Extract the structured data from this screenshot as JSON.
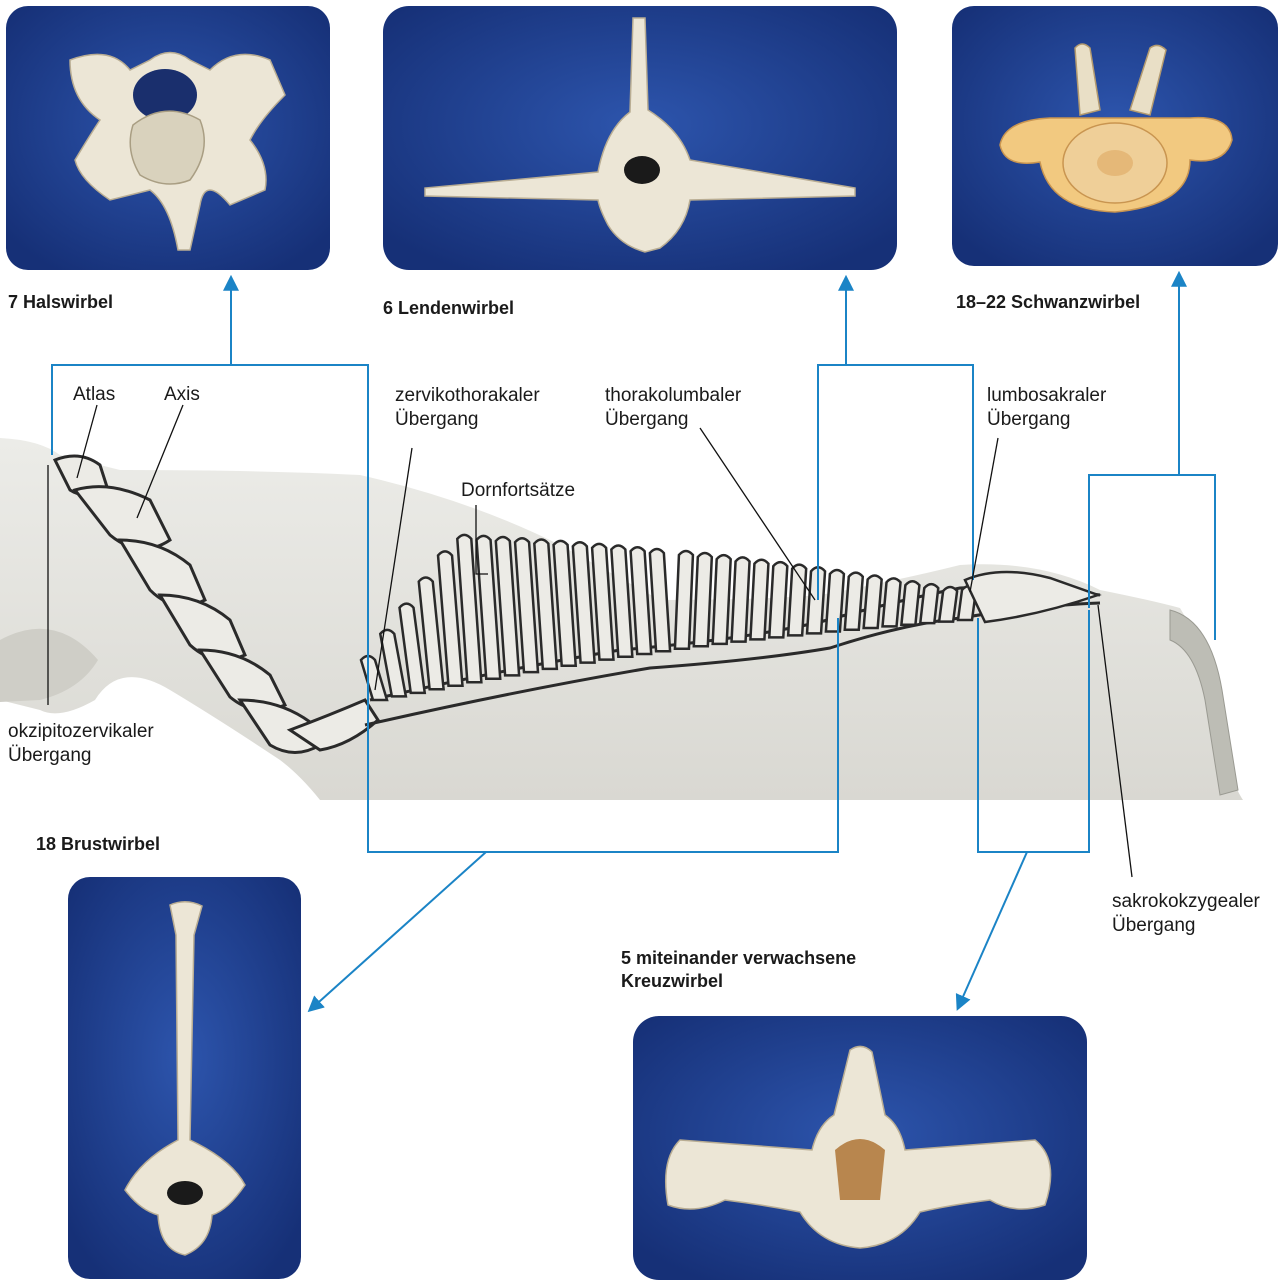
{
  "colors": {
    "accent": "#1b84c6",
    "photo_background": "#1f3f8f",
    "horse_body": "#e4e3dd",
    "bone": "#ece6d6"
  },
  "vertebra_groups": {
    "cervical": "7 Halswirbel",
    "lumbar": "6 Lendenwirbel",
    "caudal": "18–22 Schwanzwirbel",
    "thoracic": "18 Brustwirbel",
    "sacral_line1": "5 miteinander verwachsene",
    "sacral_line2": "Kreuzwirbel"
  },
  "labels": {
    "atlas": "Atlas",
    "axis": "Axis",
    "dornfortsaetze": "Dornfortsätze",
    "zervikothorakal_line1": "zervikothorakaler",
    "zervikothorakal_line2": "Übergang",
    "thorakolumbal_line1": "thorakolumbaler",
    "thorakolumbal_line2": "Übergang",
    "lumbosakral_line1": "lumbosakraler",
    "lumbosakral_line2": "Übergang",
    "okzipitozervikal_line1": "okzipitozervikaler",
    "okzipitozervikal_line2": "Übergang",
    "sakrokokzygeal_line1": "sakrokokzygealer",
    "sakrokokzygeal_line2": "Übergang"
  }
}
